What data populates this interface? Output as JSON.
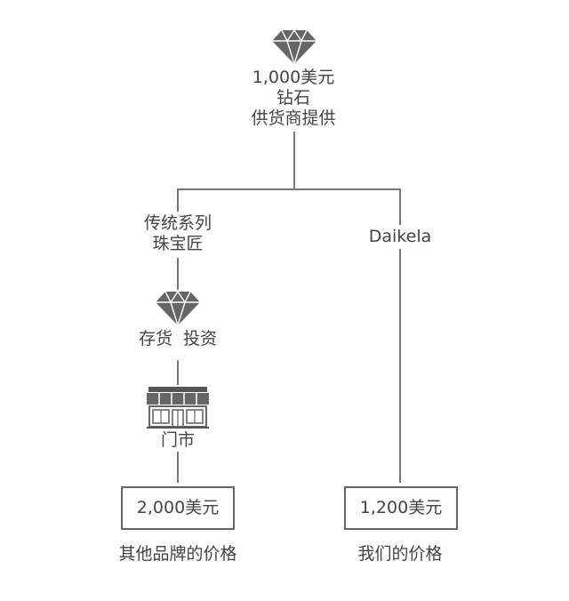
{
  "supplier": {
    "price": "1,000美元",
    "line1": "钻石",
    "line2": "供货商提供"
  },
  "traditional": {
    "line1": "传统系列",
    "line2": "珠宝匠",
    "inventory": "存货  投资",
    "store": "门市",
    "price": "2,000美元",
    "price_caption": "其他品牌的价格"
  },
  "daikela": {
    "name": "Daikela",
    "price": "1,200美元",
    "price_caption": "我们的价格"
  },
  "icons": {
    "top": "diamond-icon",
    "middle": "diamond-icon",
    "store": "storefront-icon"
  },
  "colors": {
    "line": "#777777",
    "icon": "#666666",
    "text": "#444444"
  }
}
